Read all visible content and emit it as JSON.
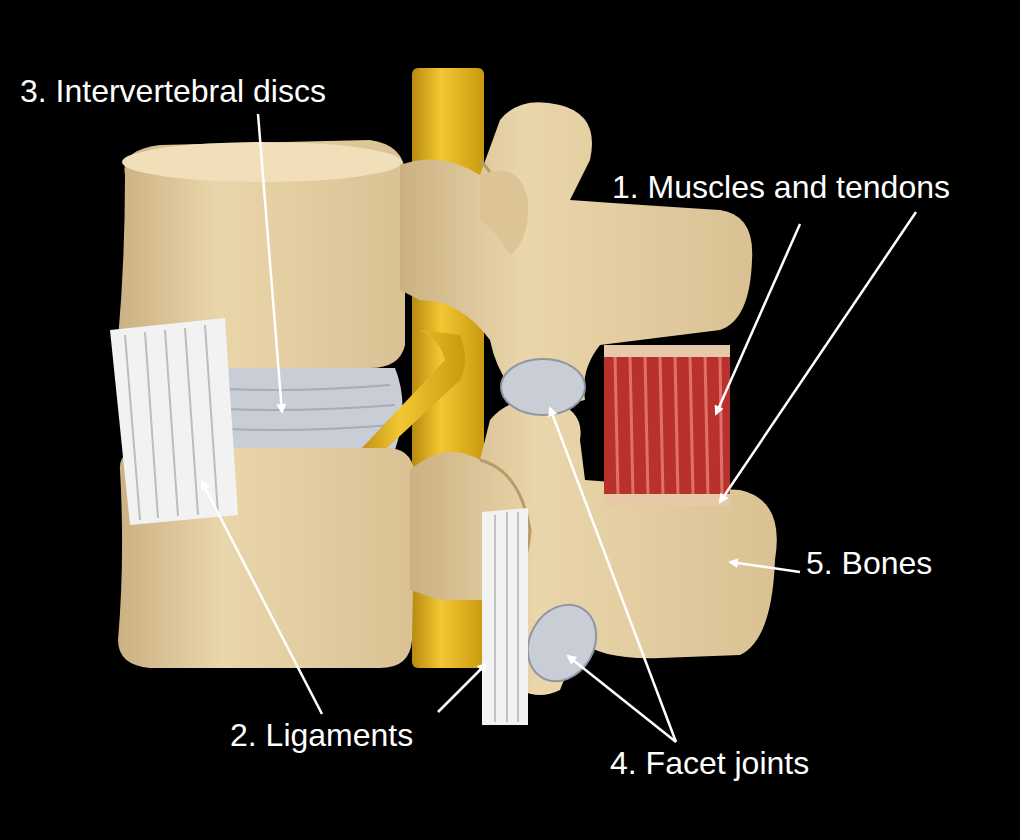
{
  "diagram": {
    "labels": [
      "3. Intervertebral discs",
      "1. Muscles and tendons",
      "5. Bones",
      "2. Ligaments",
      "4. Facet joints"
    ]
  }
}
